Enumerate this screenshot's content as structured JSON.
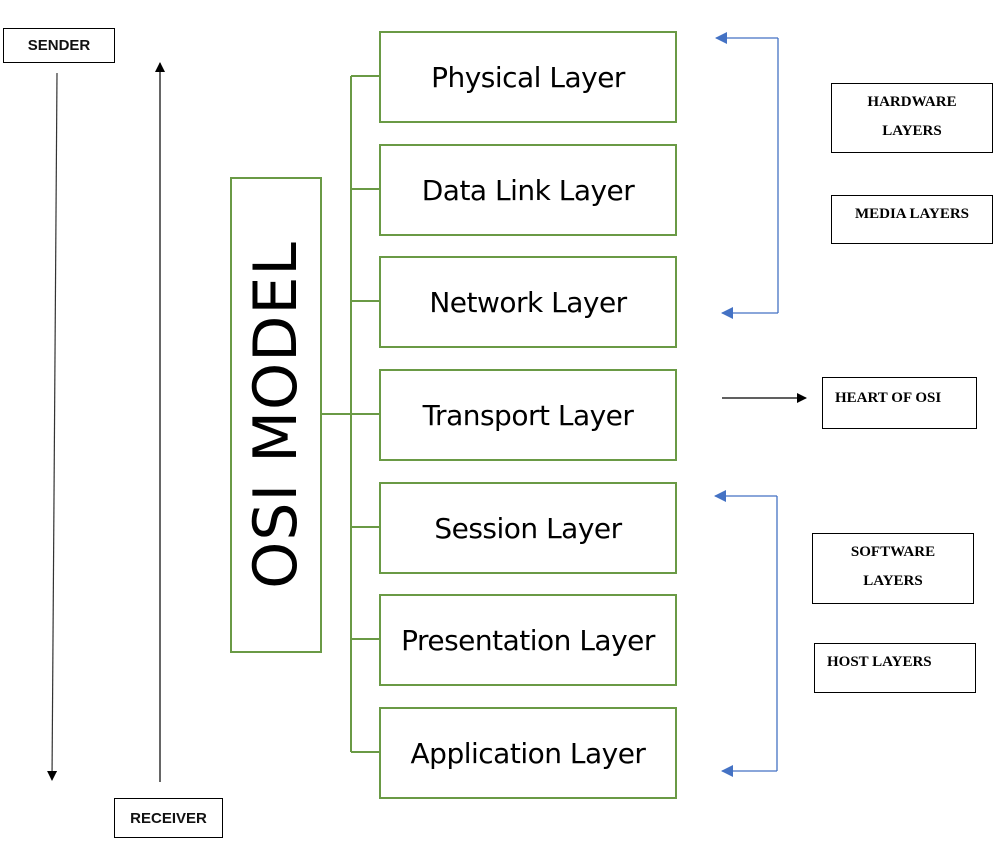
{
  "diagram": {
    "title": "OSI MODEL",
    "sender_label": "SENDER",
    "receiver_label": "RECEIVER",
    "layers": [
      {
        "label": "Physical Layer"
      },
      {
        "label": "Data Link Layer"
      },
      {
        "label": "Network Layer"
      },
      {
        "label": "Transport Layer"
      },
      {
        "label": "Session Layer"
      },
      {
        "label": "Presentation Layer"
      },
      {
        "label": "Application Layer"
      }
    ],
    "groups": {
      "hardware": {
        "line1": "HARDWARE",
        "line2": "LAYERS"
      },
      "media": {
        "label": "MEDIA LAYERS"
      },
      "heart": {
        "label": "HEART OF OSI"
      },
      "software": {
        "line1": "SOFTWARE",
        "line2": "LAYERS"
      },
      "host": {
        "label": "HOST LAYERS"
      }
    },
    "colors": {
      "layer_border": "#6a9a45",
      "bracket": "#4472c4",
      "arrow": "#000000"
    }
  }
}
